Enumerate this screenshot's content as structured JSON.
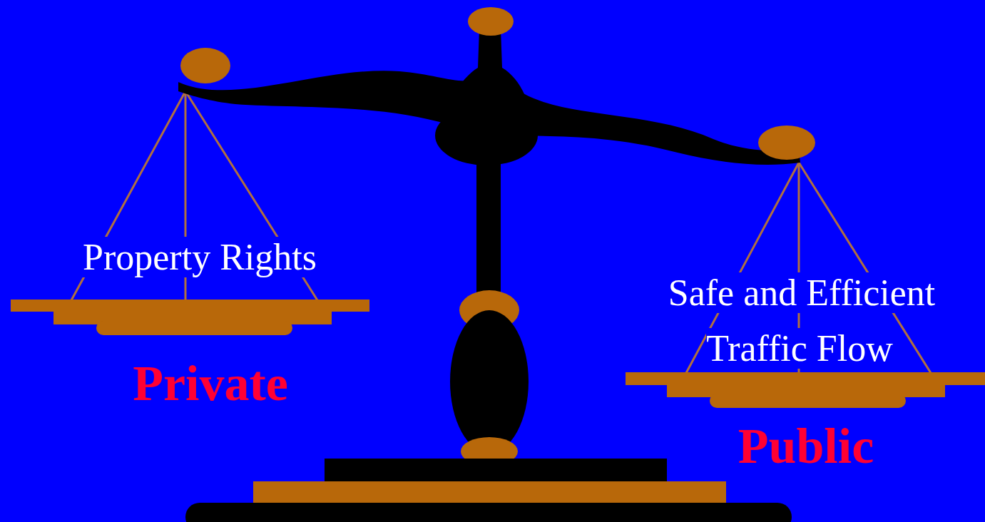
{
  "diagram": {
    "labels": [
      "Property Rights",
      "Private",
      "Safe and Efficient Traffic Flow",
      "Public"
    ]
  }
}
